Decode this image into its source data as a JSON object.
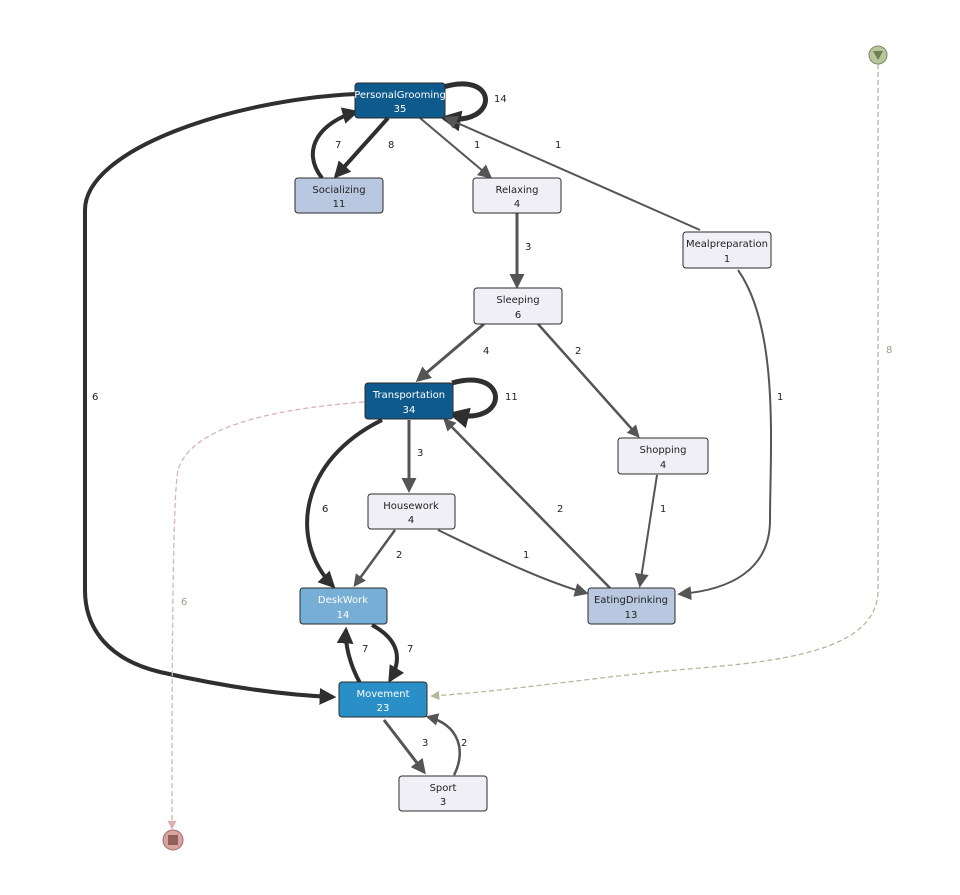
{
  "colors": {
    "dark": "#0f5a8c",
    "medium": "#2a8fc6",
    "light_blue": "#76aed6",
    "pale_blue": "#b9c8e0",
    "pale": "#f1eff6",
    "edge": "#555555",
    "edge_dark": "#2f2f2f",
    "start_fill": "#b9c69c",
    "end_fill": "#d9a4a0",
    "dashed_start": "#b7b69a",
    "dashed_end": "#d8b3b2"
  },
  "nodes": [
    {
      "id": "PersonalGrooming",
      "label": "PersonalGrooming",
      "count": "35",
      "style": "dark"
    },
    {
      "id": "Socializing",
      "label": "Socializing",
      "count": "11",
      "style": "pale_blue"
    },
    {
      "id": "Relaxing",
      "label": "Relaxing",
      "count": "4",
      "style": "pale"
    },
    {
      "id": "Mealpreparation",
      "label": "Mealpreparation",
      "count": "1",
      "style": "pale"
    },
    {
      "id": "Sleeping",
      "label": "Sleeping",
      "count": "6",
      "style": "pale"
    },
    {
      "id": "Transportation",
      "label": "Transportation",
      "count": "34",
      "style": "dark"
    },
    {
      "id": "Shopping",
      "label": "Shopping",
      "count": "4",
      "style": "pale"
    },
    {
      "id": "Housework",
      "label": "Housework",
      "count": "4",
      "style": "pale"
    },
    {
      "id": "DeskWork",
      "label": "DeskWork",
      "count": "14",
      "style": "light_blue"
    },
    {
      "id": "EatingDrinking",
      "label": "EatingDrinking",
      "count": "13",
      "style": "pale_blue"
    },
    {
      "id": "Movement",
      "label": "Movement",
      "count": "23",
      "style": "medium"
    },
    {
      "id": "Sport",
      "label": "Sport",
      "count": "3",
      "style": "pale"
    }
  ],
  "edges": [
    {
      "from": "PersonalGrooming",
      "to": "PersonalGrooming",
      "label": "14"
    },
    {
      "from": "Socializing",
      "to": "PersonalGrooming",
      "label": "7"
    },
    {
      "from": "PersonalGrooming",
      "to": "Socializing",
      "label": "8"
    },
    {
      "from": "PersonalGrooming",
      "to": "Relaxing",
      "label": "1"
    },
    {
      "from": "Mealpreparation",
      "to": "PersonalGrooming",
      "label": "1"
    },
    {
      "from": "Relaxing",
      "to": "Sleeping",
      "label": "3"
    },
    {
      "from": "Sleeping",
      "to": "Transportation",
      "label": "4"
    },
    {
      "from": "Sleeping",
      "to": "Shopping",
      "label": "2"
    },
    {
      "from": "Transportation",
      "to": "Transportation",
      "label": "11"
    },
    {
      "from": "Transportation",
      "to": "Housework",
      "label": "3"
    },
    {
      "from": "Transportation",
      "to": "DeskWork",
      "label": "6"
    },
    {
      "from": "Housework",
      "to": "DeskWork",
      "label": "2"
    },
    {
      "from": "Housework",
      "to": "EatingDrinking",
      "label": "1"
    },
    {
      "from": "EatingDrinking",
      "to": "Transportation",
      "label": "2"
    },
    {
      "from": "Shopping",
      "to": "EatingDrinking",
      "label": "1"
    },
    {
      "from": "Mealpreparation",
      "to": "EatingDrinking",
      "label": "1"
    },
    {
      "from": "DeskWork",
      "to": "Movement",
      "label": "7"
    },
    {
      "from": "Movement",
      "to": "DeskWork",
      "label": "7"
    },
    {
      "from": "Movement",
      "to": "Sport",
      "label": "3"
    },
    {
      "from": "Sport",
      "to": "Movement",
      "label": "2"
    },
    {
      "from": "PersonalGrooming",
      "to": "Movement",
      "label": "6"
    },
    {
      "from": "start",
      "to": "Movement",
      "label": "8"
    },
    {
      "from": "Transportation",
      "to": "end",
      "label": "6"
    }
  ]
}
